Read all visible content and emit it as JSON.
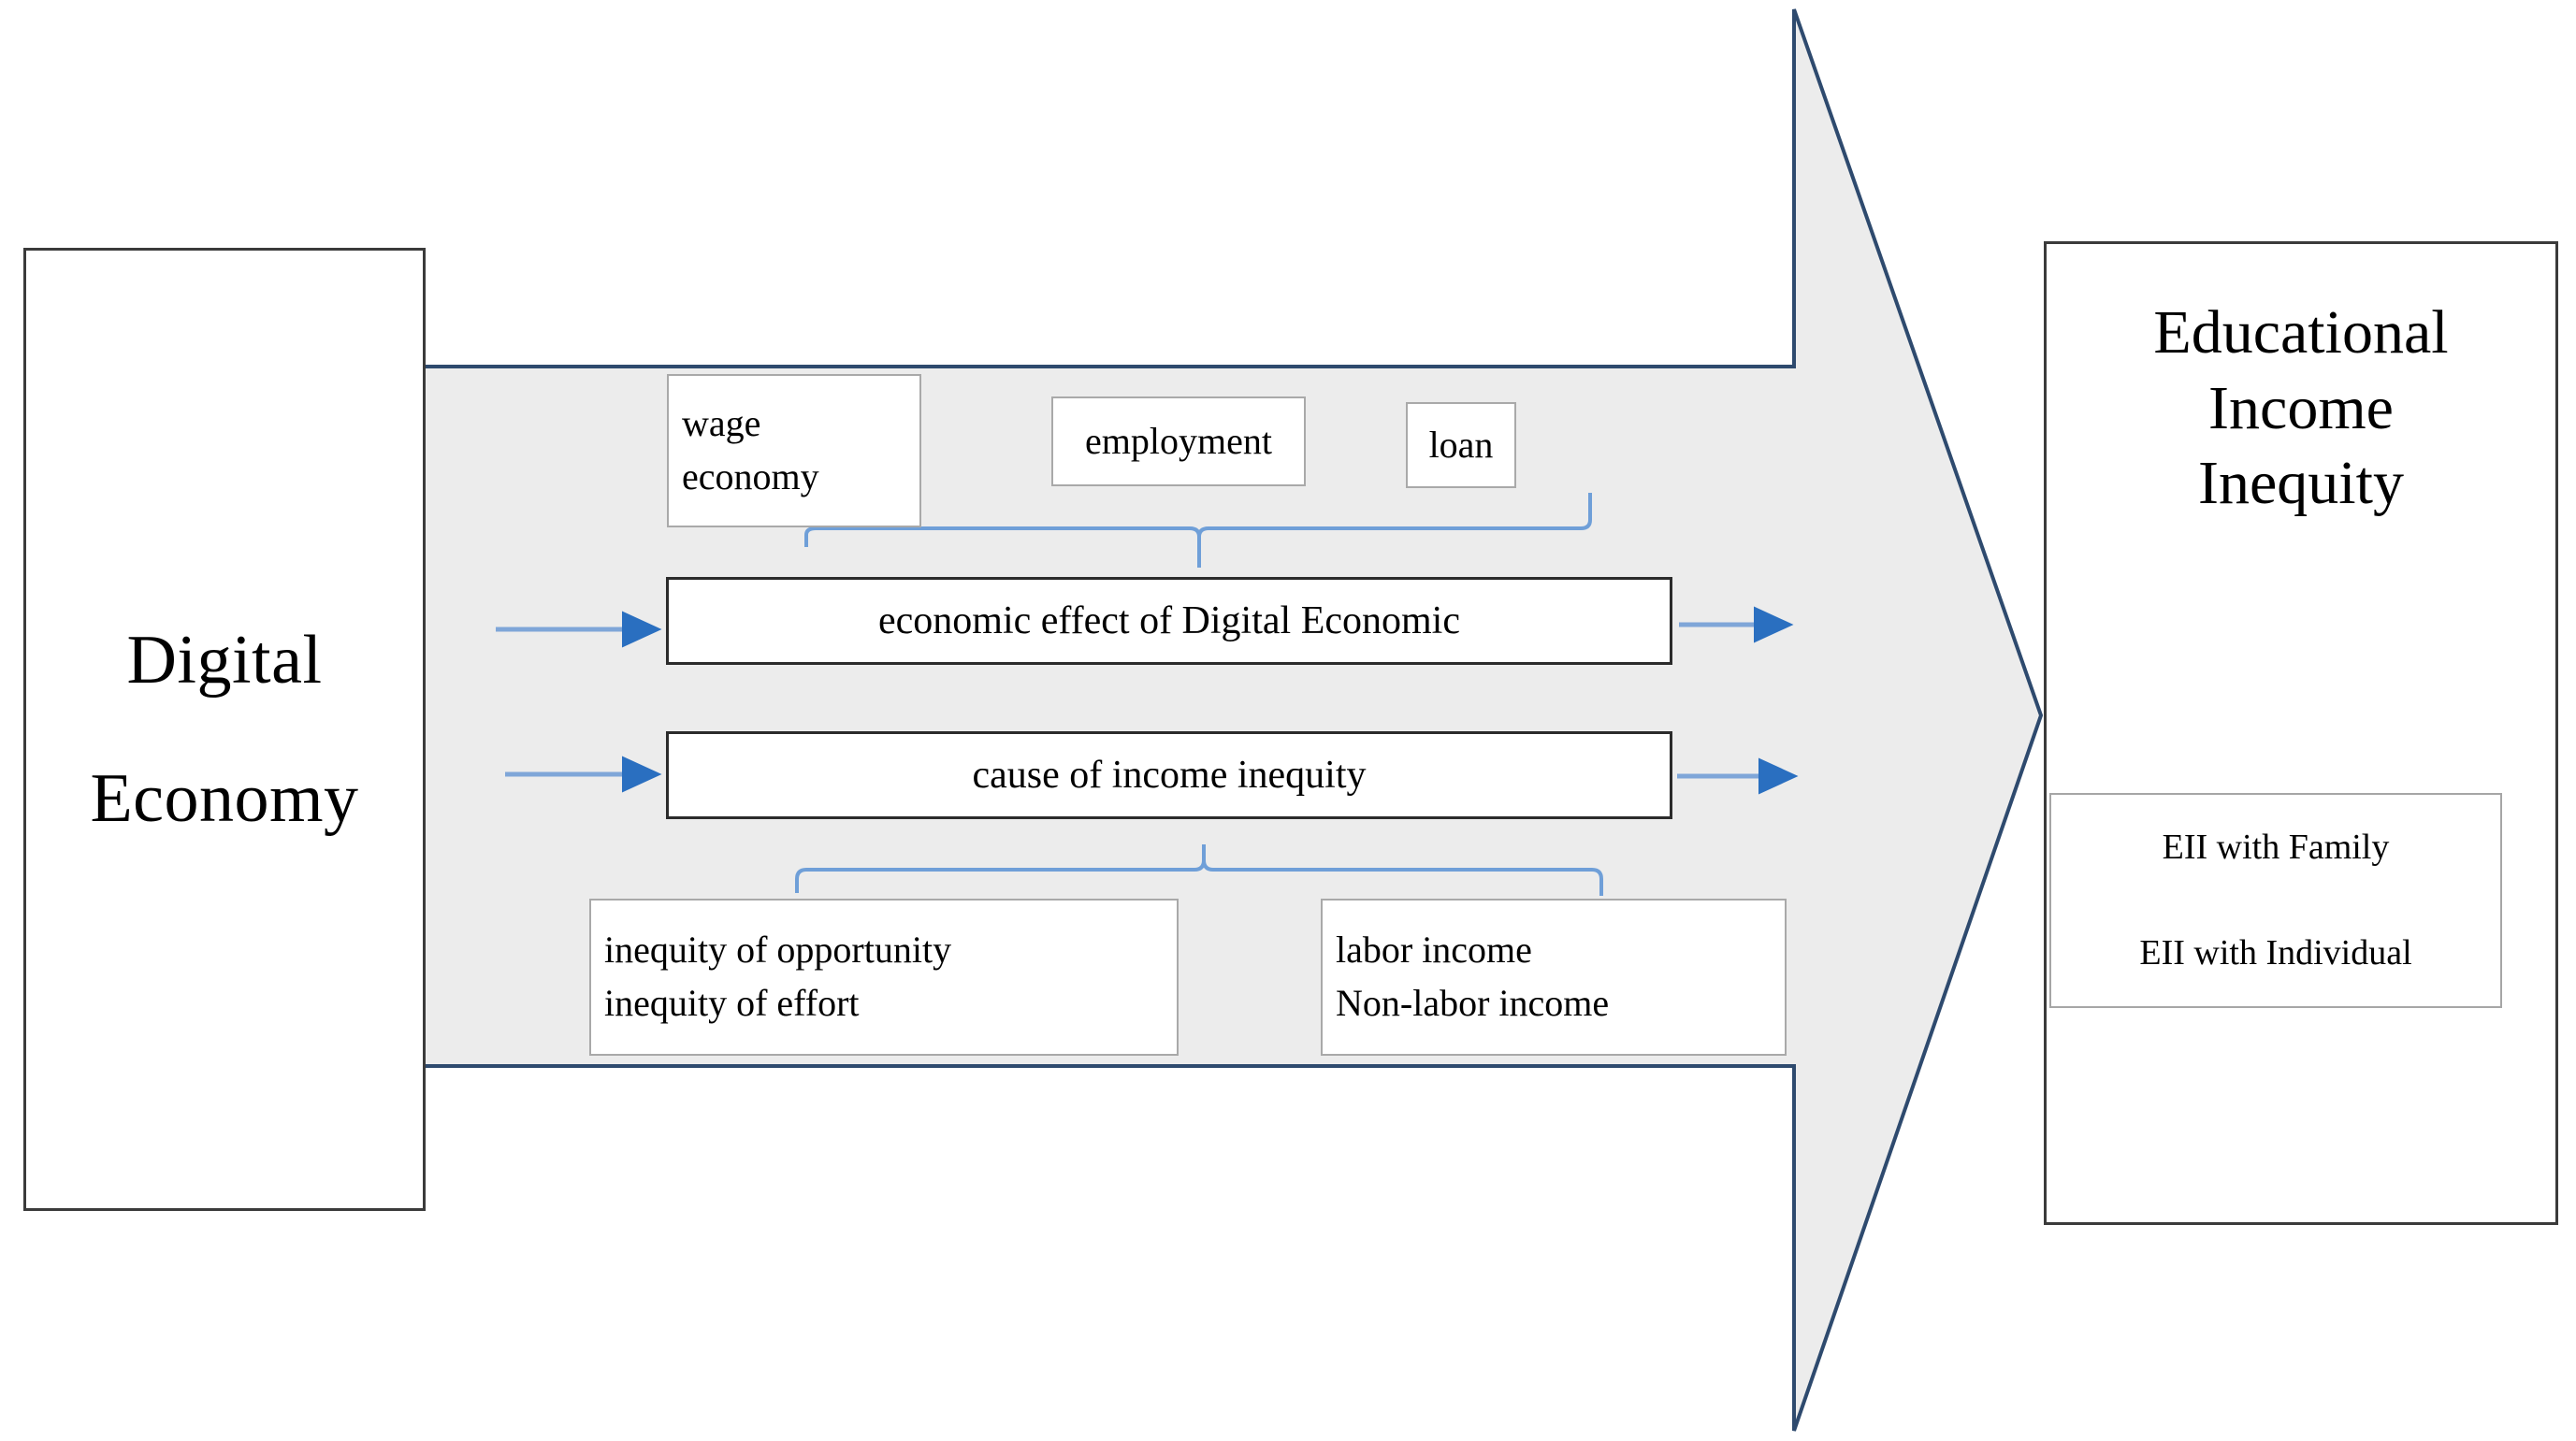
{
  "diagram": {
    "title_left": {
      "line1": "Digital",
      "line2": "Economy"
    },
    "title_right": {
      "line1": "Educational",
      "line2": "Income",
      "line3": "Inequity"
    },
    "right_subitems": [
      "EII with Family",
      "EII with Individual"
    ],
    "top_factors": [
      {
        "id": "wage-economy",
        "line1": "wage",
        "line2": "economy"
      },
      {
        "id": "employment",
        "line1": "employment"
      },
      {
        "id": "loan",
        "line1": "loan"
      }
    ],
    "main_steps": [
      {
        "id": "economic-effect",
        "label": "economic effect of Digital Economic"
      },
      {
        "id": "cause-income-inequity",
        "label": "cause of income inequity"
      }
    ],
    "bottom_factors": [
      {
        "id": "inequity-group",
        "line1": "inequity of opportunity",
        "line2": "inequity of effort"
      },
      {
        "id": "income-group",
        "line1": "labor income",
        "line2": "Non-labor income"
      }
    ]
  },
  "colors": {
    "arrow_fill": "#ececec",
    "arrow_stroke": "#2e4a6e",
    "connector_blue": "#4a7ebb",
    "box_border_dark": "#2b2b2b",
    "box_border_light": "#a9a9a9",
    "text": "#000000",
    "background": "#ffffff"
  }
}
